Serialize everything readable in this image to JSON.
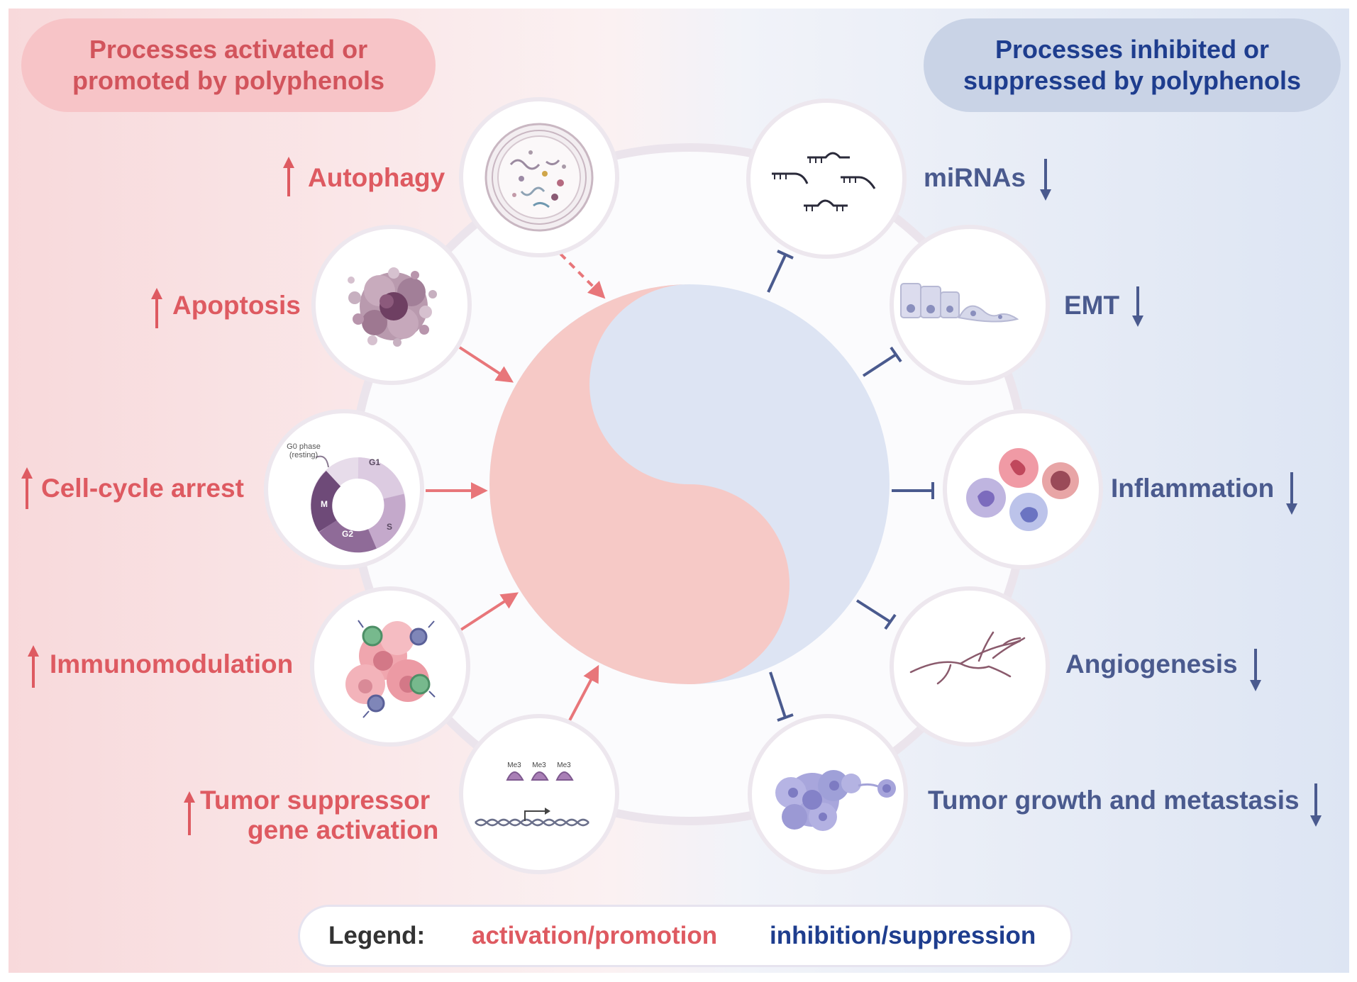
{
  "headers": {
    "left": "Processes activated or promoted by polyphenols",
    "right": "Processes inhibited or suppressed by polyphenols"
  },
  "activated": [
    "Autophagy",
    "Apoptosis",
    "Cell-cycle arrest",
    "Immunomodulation",
    "Tumor suppressor",
    "gene activation"
  ],
  "inhibited": [
    "miRNAs",
    "EMT",
    "Inflammation",
    "Angiogenesis",
    "Tumor growth and metastasis"
  ],
  "cell_cycle": {
    "g0_line1": "G0 phase",
    "g0_line2": "(resting)",
    "g1": "G1",
    "s": "S",
    "g2": "G2",
    "m": "M"
  },
  "methyl_label": "Me3",
  "legend": {
    "title": "Legend:",
    "activation": "activation/promotion",
    "inhibition": "inhibition/suppression"
  },
  "colors": {
    "activation": "#de5a61",
    "inhibition": "#4a5a8e",
    "yin_pink": "#f6c9c6",
    "yang_blue": "#dde4f3"
  }
}
